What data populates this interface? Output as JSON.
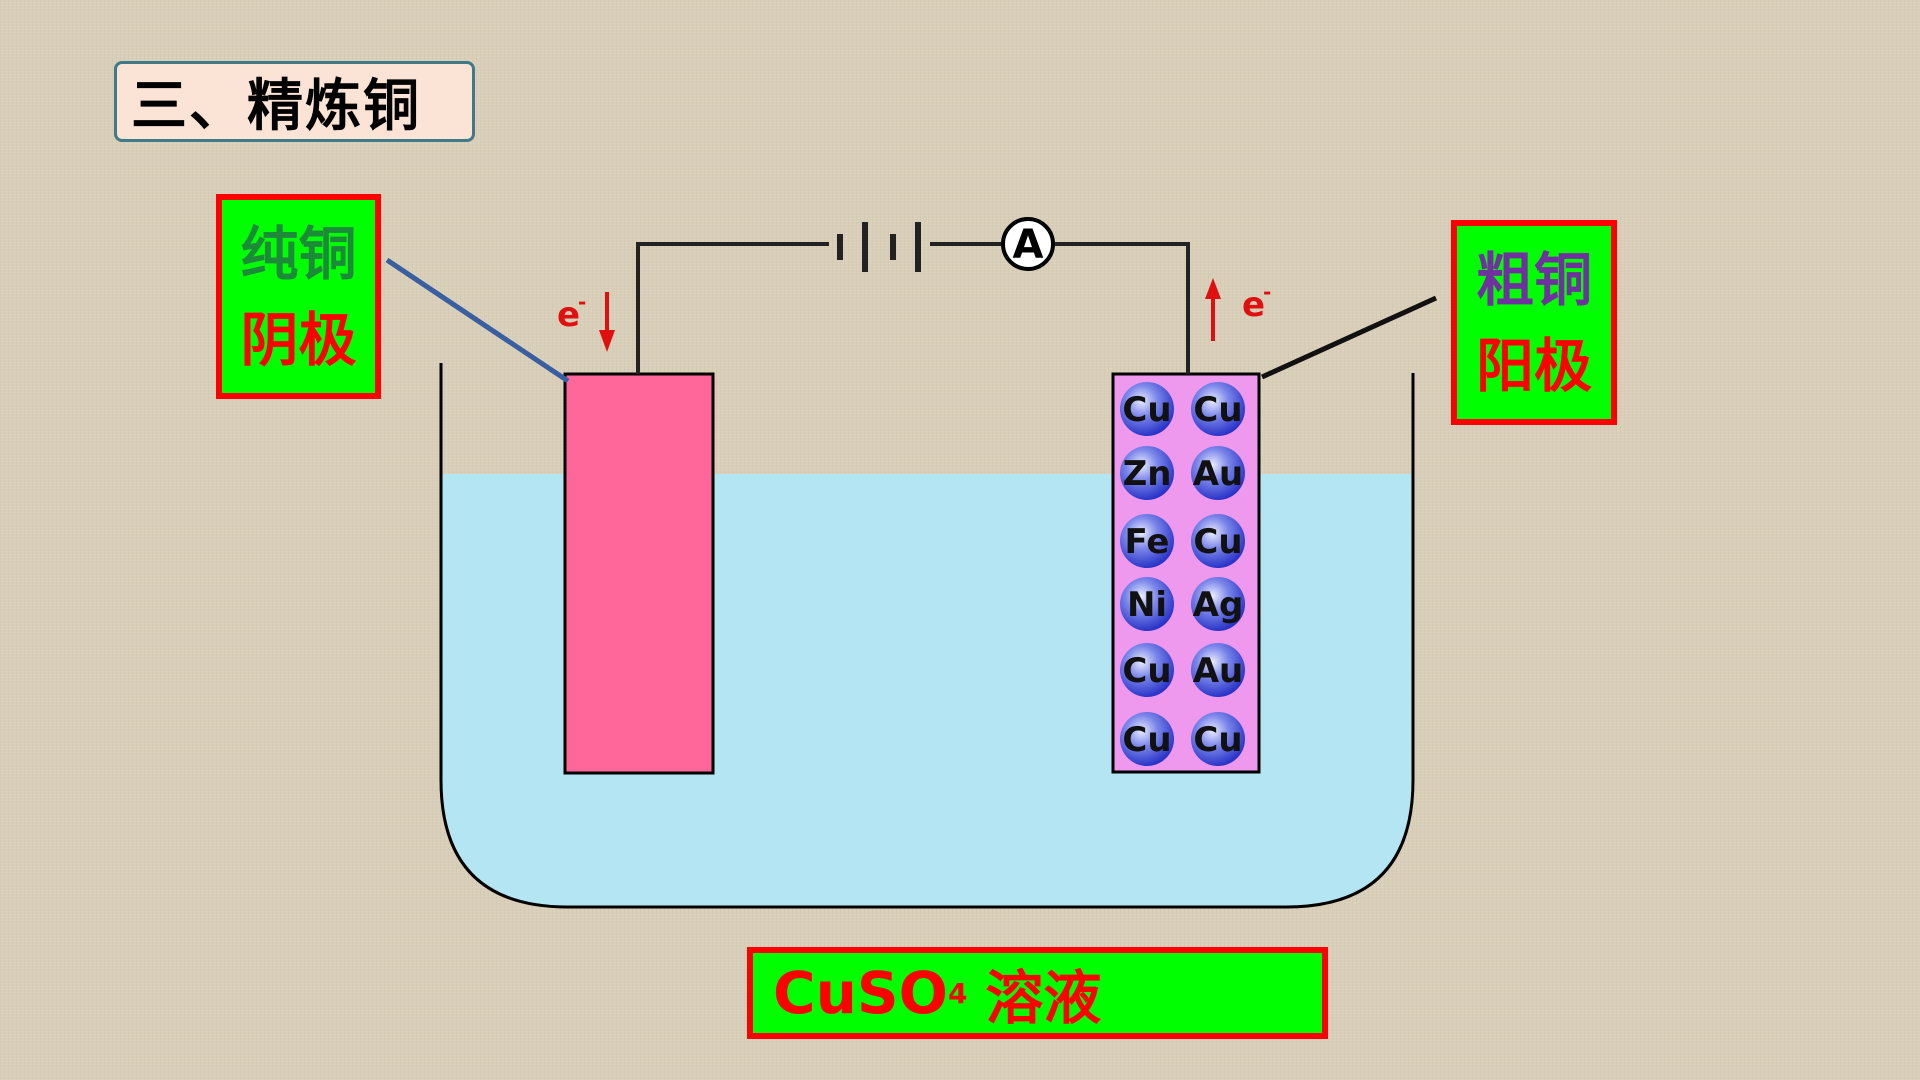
{
  "title": "三、精炼铜",
  "cathode": {
    "line1": "纯铜",
    "line2": "阴极"
  },
  "anode": {
    "line1": "粗铜",
    "line2": "阳极"
  },
  "solution": {
    "formula_main": "CuSO",
    "formula_sub": "4",
    "name": "溶液"
  },
  "electron_label_left": {
    "base": "e",
    "sup": "-"
  },
  "electron_label_right": {
    "base": "e",
    "sup": "-"
  },
  "ammeter_label": "A",
  "anode_atoms": [
    "Cu",
    "Cu",
    "Zn",
    "Au",
    "Fe",
    "Cu",
    "Ni",
    "Ag",
    "Cu",
    "Au",
    "Cu",
    "Cu"
  ],
  "colors": {
    "background": "#d9cfb9",
    "solution_fill": "#b3e6f2",
    "cathode_fill": "#ff6699",
    "anode_fill": "#ee99ee",
    "label_fill": "#00ff00",
    "label_border": "#ff0000",
    "electron_arrow": "#e01010"
  }
}
